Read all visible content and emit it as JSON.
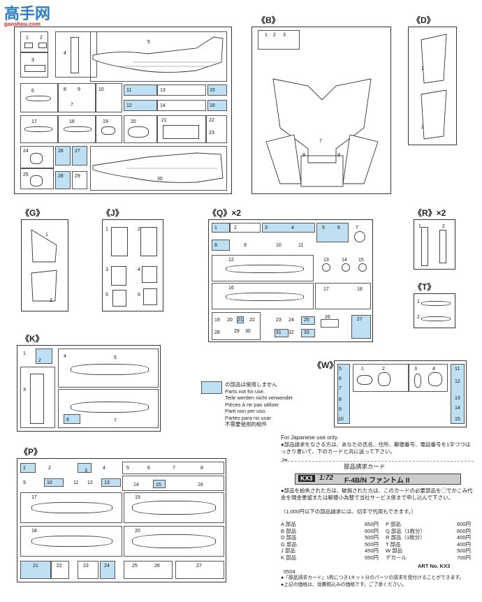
{
  "watermark": {
    "logo_text": "高手网",
    "domain": "gaoshou.com"
  },
  "sections": {
    "A_frame_label": "",
    "B": "《B》",
    "D": "《D》",
    "G": "《G》",
    "J": "《J》",
    "Q": "《Q》×2",
    "R": "《R》×2",
    "T": "《T》",
    "K": "《K》",
    "W": "《W》",
    "P": "《P》"
  },
  "legend": {
    "lines": [
      "の部品は使用しません",
      "Parts not for use.",
      "Teile werden nicht verwendet",
      "Pièces à ne pas utiliser",
      "Parti non per uso.",
      "Partes para no usar",
      "不需要使用的組件"
    ]
  },
  "japanese_use": "For Japanese use only.",
  "notes": {
    "note1": "●部品請求をなさる方は、あなたの氏名、住所、郵便番号、電話番号を1字づつはっきり書いて、下のカードと共に送って下さい。",
    "note2": "●部品を紛失された方は、破損された方は、このカードの必要部品を◯でかこみ代金を現金書留または郵便小為替で当社サービス係まで申し込んで下さい。",
    "note3": "（1,000円以下の部品請求には、切手で代用もできます。）"
  },
  "card": {
    "heading": "部品請求カード",
    "code": "KX3",
    "scale": "1:72",
    "title": "F-4B/N ファントム II",
    "left_prices": [
      {
        "part": "A 部品",
        "price": "650円"
      },
      {
        "part": "B 部品",
        "price": "600円"
      },
      {
        "part": "D 部品",
        "price": "500円"
      },
      {
        "part": "G 部品",
        "price": "500円"
      },
      {
        "part": "J 部品",
        "price": "450円"
      },
      {
        "part": "K 部品",
        "price": "550円"
      }
    ],
    "right_prices": [
      {
        "part": "P 部品",
        "price": "600円"
      },
      {
        "part": "Q 部品（1枚分）",
        "price": "600円"
      },
      {
        "part": "R 部品（1枚分）",
        "price": "400円"
      },
      {
        "part": "T 部品",
        "price": "400円"
      },
      {
        "part": "W 部品",
        "price": "500円"
      },
      {
        "part": "デカール",
        "price": "700円"
      }
    ],
    "art_no": "ART No. KX3",
    "code_num": "0504",
    "footer1": "●「部品請求カード」1枚につき1キット分のパーツの請求を受付けることができます。",
    "footer2": "●上記の価格は、消費税込みの価格です。ご了承ください。"
  },
  "A_numbers": [
    "1",
    "2",
    "3",
    "4",
    "5",
    "6",
    "7",
    "8",
    "9",
    "10",
    "11",
    "12",
    "13",
    "14",
    "15",
    "16",
    "17",
    "18",
    "19",
    "20",
    "21",
    "22",
    "23",
    "24",
    "25",
    "26",
    "27",
    "28",
    "29",
    "30"
  ],
  "Q_numbers": [
    "1",
    "2",
    "3",
    "4",
    "5",
    "6",
    "7",
    "8",
    "9",
    "10",
    "11",
    "12",
    "13",
    "14",
    "15",
    "16",
    "17",
    "18",
    "19",
    "20",
    "21",
    "22",
    "23",
    "24",
    "25",
    "26",
    "27",
    "28",
    "29",
    "30",
    "31",
    "32",
    "33"
  ],
  "P_numbers": [
    "1",
    "2",
    "3",
    "4",
    "5",
    "6",
    "7",
    "8",
    "9",
    "10",
    "11",
    "12",
    "13",
    "14",
    "15",
    "16",
    "17",
    "18",
    "19",
    "20",
    "21",
    "22",
    "23",
    "24",
    "25",
    "26",
    "27"
  ],
  "colors": {
    "unused_parts": "#bfe0f2",
    "frame": "#333333"
  }
}
